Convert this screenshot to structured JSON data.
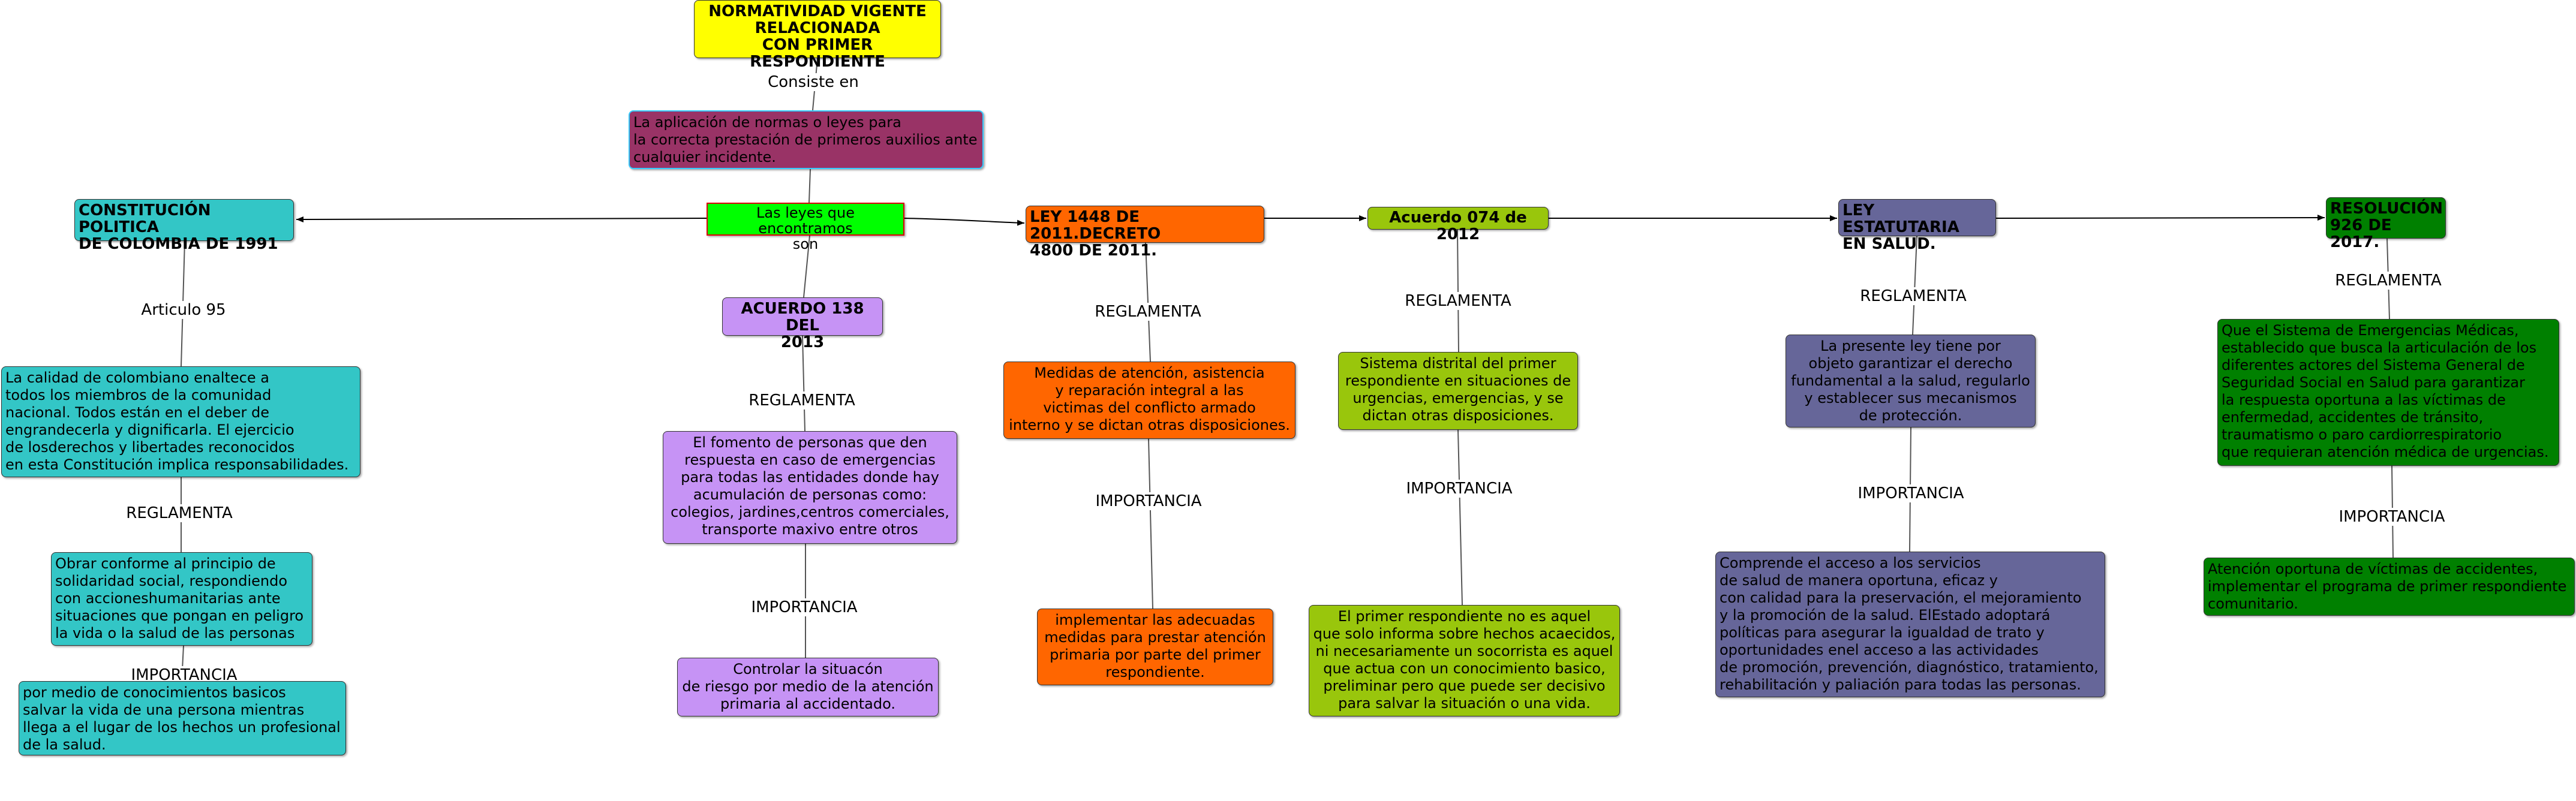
{
  "map": {
    "root_title": "NORMATIVIDAD VIGENTE\nRELACIONADA\nCON PRIMER RESPONDIENTE",
    "link_root": "Consiste en",
    "definition": "La aplicación de normas o leyes para\nla correcta prestación de primeros auxilios ante\n cualquier incidente.",
    "hub": "Las leyes que encontramos\nson"
  },
  "constitucion": {
    "title": "CONSTITUCIÓN POLITICA\nDE COLOMBIA DE 1991",
    "link1": "Articulo 95",
    "desc": " La calidad de colombiano enaltece a\ntodos los miembros de la comunidad\nnacional. Todos están en el deber de\nengrandecerla y dignificarla. El ejercicio\nde losderechos y libertades reconocidos\nen esta Constitución implica responsabilidades.",
    "link2": "REGLAMENTA",
    "reglamenta": "Obrar conforme al principio de\nsolidaridad social, respondiendo\ncon accioneshumanitarias ante\nsituaciones que pongan en peligro\nla vida o la salud de las personas",
    "link3": "IMPORTANCIA",
    "importancia": "por medio de conocimientos basicos\nsalvar la vida de una persona mientras\nllega a el lugar de los hechos un profesional\nde la salud."
  },
  "acuerdo138": {
    "title": "ACUERDO 138 DEL\n2013",
    "link1": "REGLAMENTA",
    "reglamenta": "El fomento de personas que den\n respuesta en caso de emergencias\npara todas las entidades donde hay\nacumulación de personas como:\ncolegios, jardines,centros comerciales,\ntransporte maxivo entre otros",
    "link2": "IMPORTANCIA",
    "importancia": "Controlar la situacón\nde riesgo por medio de la atención\nprimaria al accidentado."
  },
  "ley1448": {
    "title": "LEY 1448 DE 2011.DECRETO\n4800 DE 2011.",
    "link1": "REGLAMENTA",
    "reglamenta": "Medidas de atención, asistencia\ny reparación integral a las\nvictimas del conflicto armado\ninterno y se dictan otras disposiciones.",
    "link2": "IMPORTANCIA",
    "importancia": "implementar las adecuadas\nmedidas para prestar atención\nprimaria por parte del primer\nrespondiente."
  },
  "acuerdo074": {
    "title": "Acuerdo 074 de 2012",
    "link1": "REGLAMENTA",
    "reglamenta": "Sistema distrital del primer\nrespondiente en situaciones de\nurgencias, emergencias, y se\ndictan otras disposiciones.",
    "link2": "IMPORTANCIA",
    "importancia": "El primer respondiente no es aquel\nque solo informa sobre hechos acaecidos,\n ni necesariamente un socorrista es aquel\nque actua con un conocimiento basico,\n preliminar pero que puede ser decisivo\npara salvar la situación o una vida."
  },
  "estatutaria": {
    "title": "LEY ESTATUTARIA\nEN SALUD.",
    "link1": "REGLAMENTA",
    "reglamenta": "La presente ley tiene por\nobjeto garantizar el derecho\nfundamental a la salud, regularlo\ny establecer sus mecanismos\nde protección.",
    "link2": "IMPORTANCIA",
    "importancia": "Comprende el acceso a los servicios\nde salud de manera oportuna, eficaz y\ncon calidad para la preservación, el mejoramiento\ny la promoción de la salud. ElEstado adoptará\npolíticas para asegurar la igualdad de trato y\noportunidades enel acceso a las actividades\nde promoción, prevención, diagnóstico, tratamiento,\nrehabilitación y paliación para todas las personas."
  },
  "resolucion": {
    "title": "RESOLUCIÓN\n926 DE 2017.",
    "link1": "REGLAMENTA",
    "reglamenta": "Que el Sistema de Emergencias Médicas,\nestablecido que busca la articulación de los\ndiferentes actores del Sistema General de\nSeguridad Social en Salud para garantizar\nla respuesta oportuna a las víctimas de\nenfermedad, accidentes de tránsito,\n traumatismo o paro cardiorrespiratorio\nque requieran atención médica de urgencias.",
    "link2": "IMPORTANCIA",
    "importancia": "Atención oportuna de víctimas de accidentes,\nimplementar el programa de primer respondiente\ncomunitario."
  },
  "colors": {
    "root": "#ffff00",
    "definition": "#993366",
    "hub": "#00ff00",
    "constitucion": "#33c6c6",
    "acuerdo138": "#c693f5",
    "ley1448": "#ff6600",
    "acuerdo074": "#99c60c",
    "estatutaria": "#666699",
    "resolucion": "#008000"
  }
}
